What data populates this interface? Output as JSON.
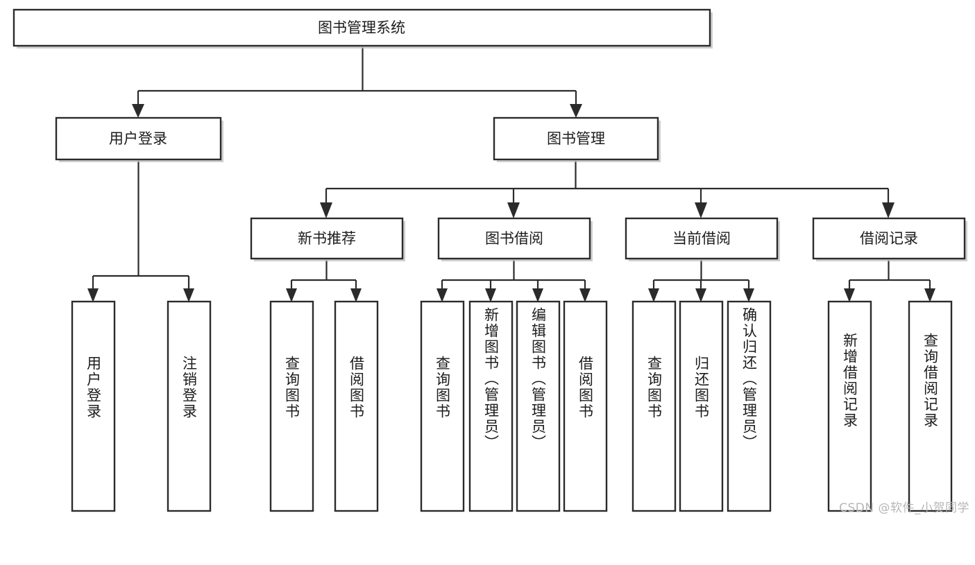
{
  "diagram": {
    "type": "tree-hierarchy-flowchart",
    "orientation": "top-down",
    "background_color": "#ffffff",
    "box_stroke_color": "#2b2b2b",
    "box_fill_color": "#ffffff",
    "text_color": "#1c1c1c",
    "root": {
      "label": "图书管理系统"
    },
    "level2": [
      {
        "label": "用户登录"
      },
      {
        "label": "图书管理"
      }
    ],
    "level3": [
      {
        "label": "新书推荐"
      },
      {
        "label": "图书借阅"
      },
      {
        "label": "当前借阅"
      },
      {
        "label": "借阅记录"
      }
    ],
    "leaves": {
      "user_login": [
        {
          "label": "用户登录"
        },
        {
          "label": "注销登录"
        }
      ],
      "new_book_recommend": [
        {
          "label": "查询图书"
        },
        {
          "label": "借阅图书"
        }
      ],
      "book_borrow": [
        {
          "label": "查询图书"
        },
        {
          "label": "新增图书（管理员）"
        },
        {
          "label": "编辑图书（管理员）"
        },
        {
          "label": "借阅图书"
        }
      ],
      "current_borrow": [
        {
          "label": "查询图书"
        },
        {
          "label": "归还图书"
        },
        {
          "label": "确认归还（管理员）"
        }
      ],
      "borrow_record": [
        {
          "label": "新增借阅记录"
        },
        {
          "label": "查询借阅记录"
        }
      ]
    }
  },
  "watermark": {
    "text": "CSDN @软件_小贺同学",
    "color": "#b6b6b6"
  }
}
